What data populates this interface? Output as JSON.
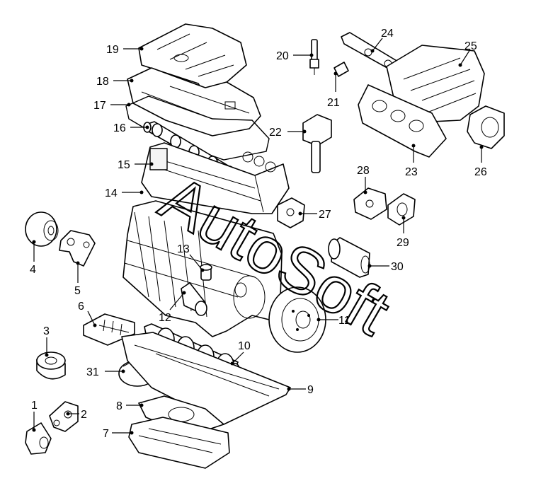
{
  "labels": [
    {
      "id": "1",
      "text": "1"
    },
    {
      "id": "2",
      "text": "2"
    },
    {
      "id": "3",
      "text": "3"
    },
    {
      "id": "4",
      "text": "4"
    },
    {
      "id": "5",
      "text": "5"
    },
    {
      "id": "6",
      "text": "6"
    },
    {
      "id": "7",
      "text": "7"
    },
    {
      "id": "8",
      "text": "8"
    },
    {
      "id": "9",
      "text": "9"
    },
    {
      "id": "10",
      "text": "10"
    },
    {
      "id": "11",
      "text": "11"
    },
    {
      "id": "12",
      "text": "12"
    },
    {
      "id": "13",
      "text": "13"
    },
    {
      "id": "14",
      "text": "14"
    },
    {
      "id": "15",
      "text": "15"
    },
    {
      "id": "16",
      "text": "16"
    },
    {
      "id": "17",
      "text": "17"
    },
    {
      "id": "18",
      "text": "18"
    },
    {
      "id": "19",
      "text": "19"
    },
    {
      "id": "20",
      "text": "20"
    },
    {
      "id": "21",
      "text": "21"
    },
    {
      "id": "22",
      "text": "22"
    },
    {
      "id": "23",
      "text": "23"
    },
    {
      "id": "24",
      "text": "24"
    },
    {
      "id": "25",
      "text": "25"
    },
    {
      "id": "26",
      "text": "26"
    },
    {
      "id": "27",
      "text": "27"
    },
    {
      "id": "28",
      "text": "28"
    },
    {
      "id": "29",
      "text": "29"
    },
    {
      "id": "30",
      "text": "30"
    },
    {
      "id": "31",
      "text": "31"
    }
  ],
  "watermark": {
    "text": "AutoSoft"
  }
}
